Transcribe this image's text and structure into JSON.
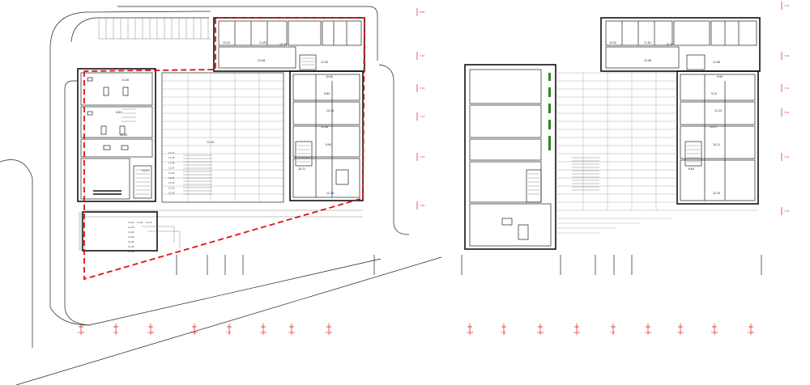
{
  "colors": {
    "wall": "#111111",
    "boundary": "#dd1111",
    "level_marks": "#d21a1a",
    "green_wall": "#2e8b1f",
    "background": "#ffffff"
  },
  "left_plan": {
    "room_labels": [
      "11.00",
      "10.85",
      "9.82",
      "10.24",
      "11.06",
      "9.90",
      "12.06",
      "11.81",
      "10.35",
      "13.52",
      "11.06",
      "8.83",
      "12.25",
      "11.07",
      "10.21",
      "12.25"
    ],
    "step_levels": [
      "11.11",
      "11.30",
      "11.48",
      "11.67",
      "11.85",
      "12.04",
      "12.22",
      "12.41",
      "12.59"
    ],
    "ramp_levels": [
      "11.00",
      "11.00",
      "11.21",
      "11.43",
      "11.64",
      "11.85",
      "12.06",
      "12.28",
      "12.49"
    ],
    "court_label": "13.10",
    "bottom_levels": [
      "12.08",
      "7.34",
      "10.46",
      "12.60",
      "7.35",
      "11.83",
      "11.22",
      "11.80"
    ]
  },
  "right_plan": {
    "room_labels": [
      "12.06",
      "11.81",
      "10.35",
      "13.52",
      "11.06",
      "9.90",
      "9.12",
      "12.25",
      "11.07",
      "10.21",
      "12.25",
      "8.83"
    ],
    "bottom_levels": [
      "12.08",
      "7.34",
      "10.46",
      "12.60",
      "7.35",
      "11.83",
      "11.22",
      "11.80",
      "11.80"
    ]
  },
  "side_levels": [
    "8.00",
    "7.40",
    "7.18",
    "7.32",
    "7.41",
    "7.40",
    "7.13",
    "7.18",
    "7.12",
    "7.20",
    "7.18",
    "7.12"
  ]
}
